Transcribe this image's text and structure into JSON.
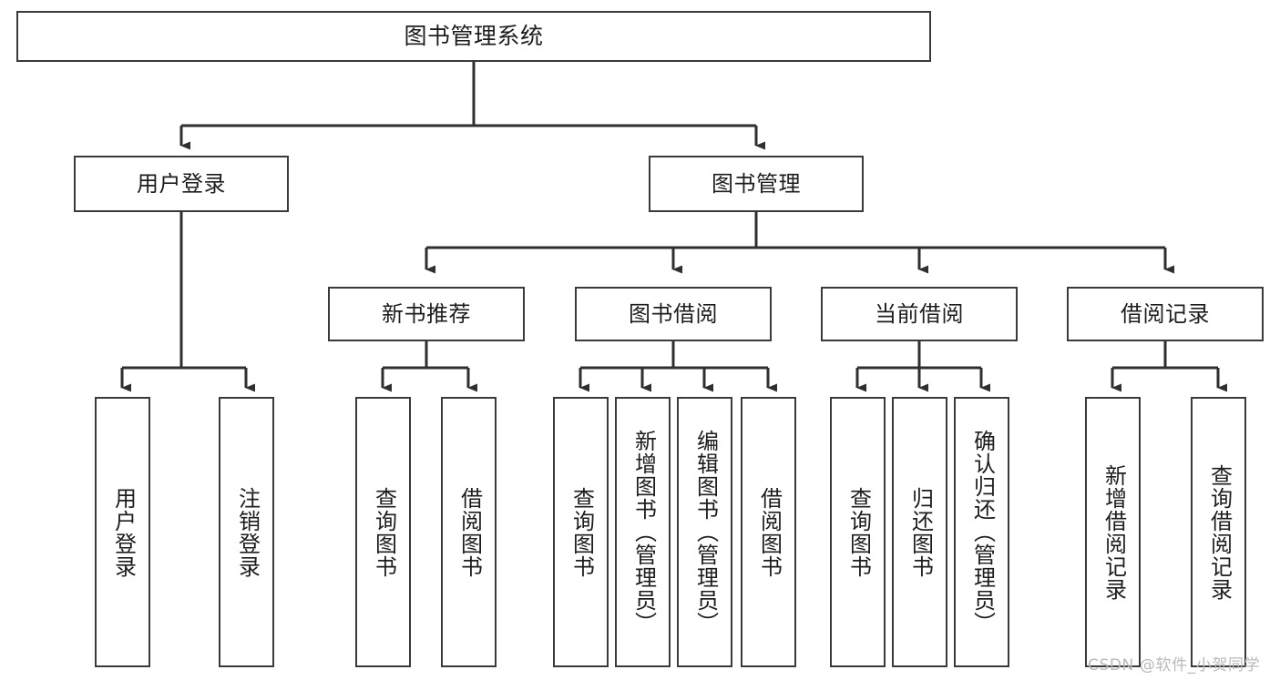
{
  "diagram": {
    "type": "tree-hierarchy",
    "title": "图书管理系统",
    "orientation": "top-down",
    "colors": {
      "box_border": "#3a3a3a",
      "box_fill": "#ffffff",
      "connector": "#2f2f2f",
      "text": "#1d1d1d",
      "watermark": "#b9b9b9",
      "background": "#ffffff"
    },
    "nodes": {
      "root": {
        "label": "图书管理系统"
      },
      "level2": [
        {
          "label": "用户登录"
        },
        {
          "label": "图书管理"
        }
      ],
      "level3": [
        {
          "label": "新书推荐"
        },
        {
          "label": "图书借阅"
        },
        {
          "label": "当前借阅"
        },
        {
          "label": "借阅记录"
        }
      ],
      "leaves": {
        "user_login": [
          {
            "label": "用户登录"
          },
          {
            "label": "注销登录"
          }
        ],
        "new_book_recommend": [
          {
            "label": "查询图书"
          },
          {
            "label": "借阅图书"
          }
        ],
        "book_borrow": [
          {
            "label": "查询图书"
          },
          {
            "label": "新增图书（管理员）"
          },
          {
            "label": "编辑图书（管理员）"
          },
          {
            "label": "借阅图书"
          }
        ],
        "current_borrow": [
          {
            "label": "查询图书"
          },
          {
            "label": "归还图书"
          },
          {
            "label": "确认归还（管理员）"
          }
        ],
        "borrow_record": [
          {
            "label": "新增借阅记录"
          },
          {
            "label": "查询借阅记录"
          }
        ]
      }
    },
    "watermark": {
      "text": "CSDN @软件_小贺同学"
    }
  }
}
